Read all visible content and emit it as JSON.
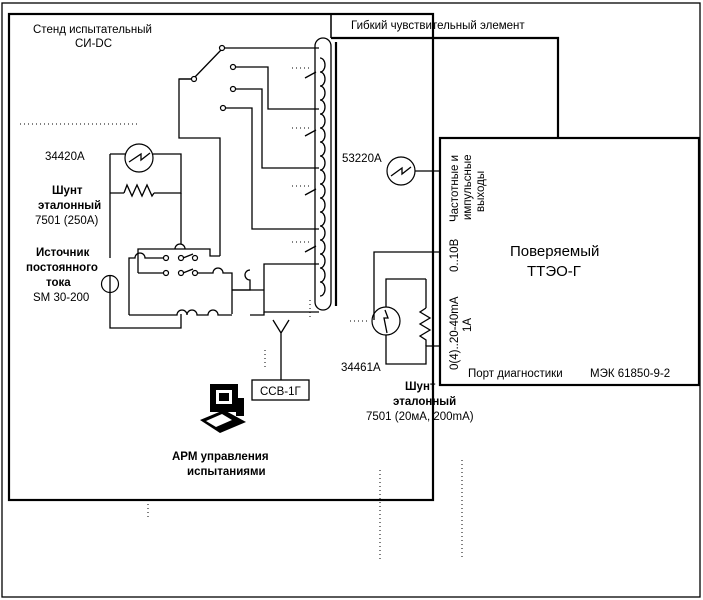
{
  "stand": {
    "title_line1": "Стенд испытательный",
    "title_line2": "СИ-DC"
  },
  "flexible_element_label": "Гибкий чувствительный элемент",
  "meters": {
    "m34420a": "34420A",
    "m53220a": "53220A",
    "m34461a": "34461A"
  },
  "shunt_250": {
    "line1": "Шунт",
    "line2": "эталонный",
    "line3": "7501 (250A)"
  },
  "source": {
    "line1": "Источник",
    "line2": "постоянного",
    "line3": "тока",
    "line4": "SM 30-200"
  },
  "shunt_small": {
    "line1": "Шунт",
    "line2": "эталонный",
    "line3": "7501 (20мА, 200mA)"
  },
  "ssv_label": "ССВ-1Г",
  "arm": {
    "line1": "АРМ управления",
    "line2": "испытаниями"
  },
  "dut": {
    "title_line1": "Поверяемый",
    "title_line2": "ТТЭО-Г",
    "port_freq_line1": "Частотные и",
    "port_freq_line2": "импульсные",
    "port_freq_line3": "выходы",
    "port_voltage": "0..10В",
    "port_current_line1": "0(4)..20-40mA",
    "port_current_line2": "1A",
    "diag_port": "Порт диагностики",
    "protocol": "МЭК 61850-9-2"
  }
}
